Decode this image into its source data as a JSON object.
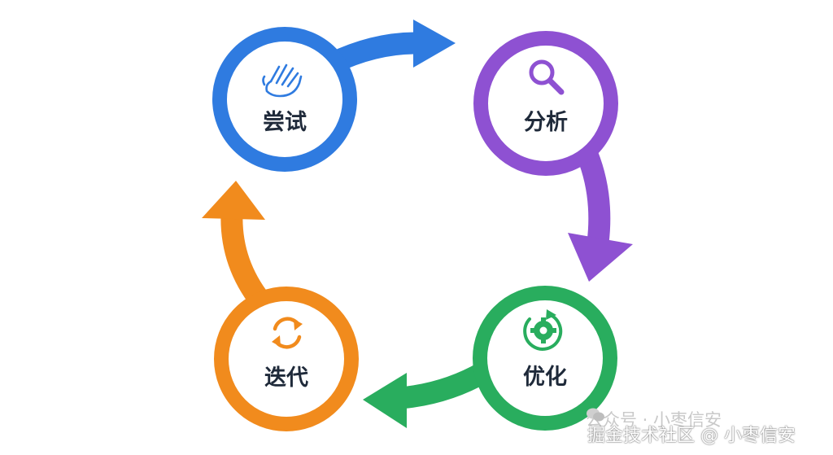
{
  "nodes": [
    {
      "id": "try",
      "label": "尝试",
      "icon": "hand-icon",
      "color": "#2f7be0"
    },
    {
      "id": "analyze",
      "label": "分析",
      "icon": "magnifier-icon",
      "color": "#8e51d2"
    },
    {
      "id": "optimize",
      "label": "优化",
      "icon": "gear-cycle-icon",
      "color": "#29ad5e"
    },
    {
      "id": "iterate",
      "label": "迭代",
      "icon": "refresh-icon",
      "color": "#f18b1d"
    }
  ],
  "edges": [
    {
      "from": "try",
      "to": "analyze",
      "color": "#2f7be0"
    },
    {
      "from": "analyze",
      "to": "optimize",
      "color": "#8e51d2"
    },
    {
      "from": "optimize",
      "to": "iterate",
      "color": "#29ad5e"
    },
    {
      "from": "iterate",
      "to": "try",
      "color": "#f18b1d"
    }
  ],
  "watermark": {
    "line1": "公众号 · 小枣信安",
    "line2": "掘金技术社区 @ 小枣信安"
  }
}
